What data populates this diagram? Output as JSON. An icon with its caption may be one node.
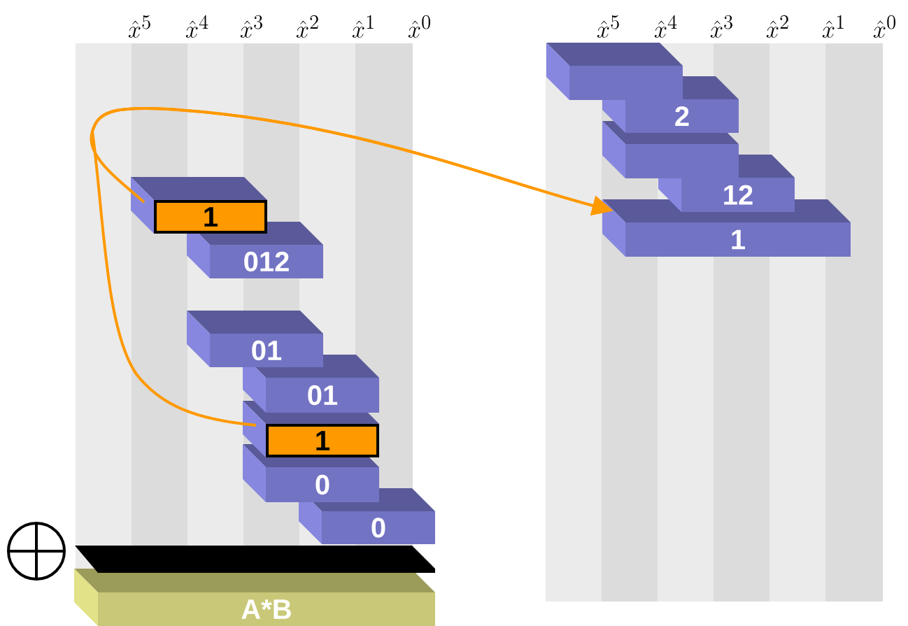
{
  "diagram": {
    "nodes": [
      {
        "text": [
          "1"
        ]
      },
      {
        "text": [
          "012"
        ]
      },
      {
        "text": [
          "01"
        ]
      },
      {
        "text": [
          "01"
        ]
      },
      {
        "text": [
          "1"
        ]
      },
      {
        "text": [
          "0"
        ]
      },
      {
        "text": [
          "0"
        ]
      },
      {
        "text": [],
        "shape": "bar"
      },
      {
        "text": [
          "A*B"
        ]
      },
      {
        "text": [],
        "shape": "box"
      },
      {
        "text": [
          "2"
        ]
      },
      {
        "text": [],
        "shape": "box"
      },
      {
        "text": [
          "12"
        ]
      },
      {
        "text": [
          "1"
        ]
      }
    ],
    "edges": [
      {
        "from": 0,
        "to": 13,
        "arrow": "to"
      },
      {
        "from": 4,
        "to": 13,
        "arrow": "to"
      }
    ],
    "labels": [
      "\\hat{x}^{5}",
      "\\hat{x}^{4}",
      "\\hat{x}^{3}",
      "\\hat{x}^{2}",
      "\\hat{x}^{1}",
      "\\hat{x}^{0}",
      "\\hat{x}^{5}",
      "\\hat{x}^{4}",
      "\\hat{x}^{3}",
      "\\hat{x}^{2}",
      "\\hat{x}^{1}",
      "\\hat{x}^{0}"
    ]
  }
}
